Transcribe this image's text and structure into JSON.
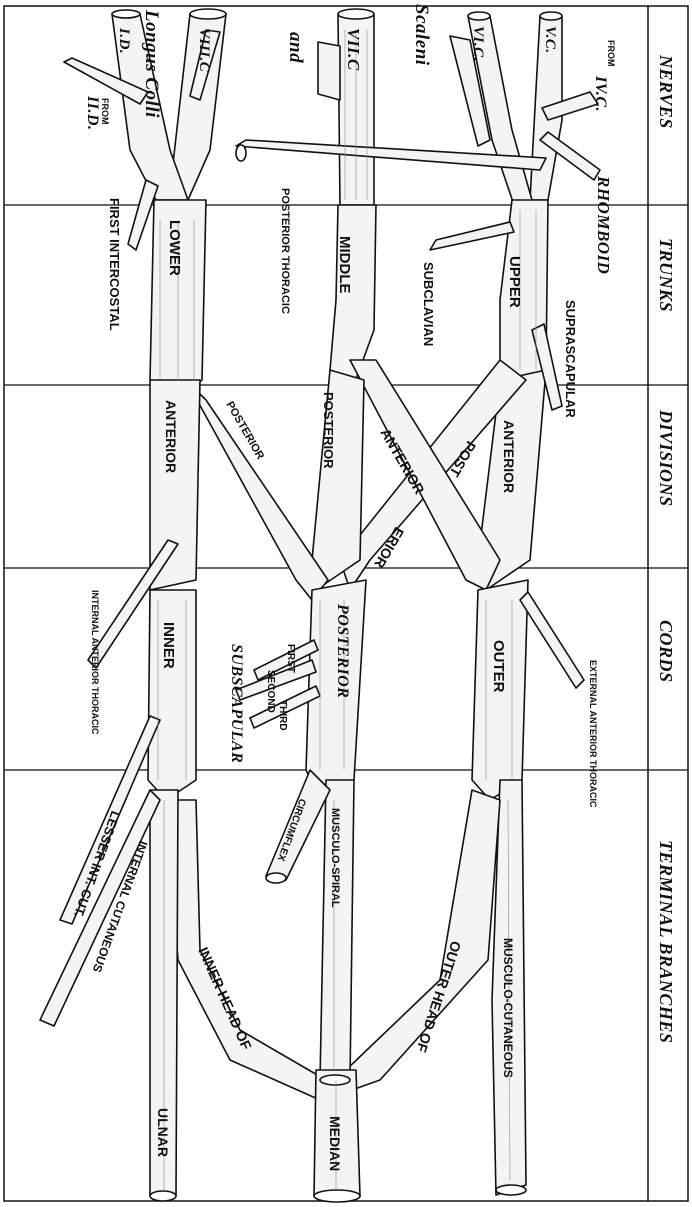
{
  "columns": [
    {
      "key": "nerves",
      "label": "NERVES"
    },
    {
      "key": "trunks",
      "label": "TRUNKS"
    },
    {
      "key": "divisions",
      "label": "DIVISIONS"
    },
    {
      "key": "cords",
      "label": "CORDS"
    },
    {
      "key": "terminal",
      "label": "TERMINAL BRANCHES"
    }
  ],
  "nerve_roots": {
    "vc": "V.C.",
    "vic": "VI.C.",
    "viic": "VII.C",
    "viiic": "VIII.C",
    "id": "I.D."
  },
  "labels": {
    "from_ivc_from": "FROM",
    "from_ivc": "IV.C.",
    "from_iid_from": "FROM",
    "from_iid": "II.D.",
    "scaleni": "Scaleni",
    "and": "and",
    "longus_colli": "Longus Colli",
    "rhomboid": "RHOMBOID",
    "suprascapular": "SUPRASCAPULAR",
    "subclavian": "SUBCLAVIAN",
    "posterior_thoracic": "POSTERIOR THORACIC",
    "first_intercostal": "FIRST INTERCOSTAL",
    "upper": "UPPER",
    "middle": "MIDDLE",
    "lower": "LOWER",
    "anterior_upper": "ANTERIOR",
    "anterior_crossing": "ANTERIOR",
    "post_upper": "POST",
    "erior_upper": "ERIOR",
    "posterior_middle": "POSTERIOR",
    "posterior_lower": "POSTERIOR",
    "anterior_lower": "ANTERIOR",
    "outer": "OUTER",
    "posterior_cord": "POSTERIOR",
    "inner": "INNER",
    "external_anterior_thoracic": "EXTERNAL ANTERIOR THORACIC",
    "internal_anterior_thoracic": "INTERNAL ANTERIOR THORACIC",
    "first": "FIRST",
    "second": "SECOND",
    "third": "THIRD",
    "subscapular": "SUBSCAPULAR",
    "circumflex": "CIRCUMFLEX",
    "musculo_spiral": "MUSCULO-SPIRAL",
    "lesser_int_cut": "LESSER INT.-CUT.",
    "internal_cutaneous": "INTERNAL CUTANEOUS",
    "musculo_cutaneous": "MUSCULO-CUTANEOUS",
    "outer_head_of": "OUTER HEAD OF",
    "inner_head_of": "INNER HEAD OF",
    "median": "MEDIAN",
    "ulnar": "ULNAR"
  },
  "colors": {
    "ink": "#111111",
    "nerve_fill": "#f4f4f4",
    "hatch": "#8a8a8a",
    "paper": "#ffffff"
  }
}
